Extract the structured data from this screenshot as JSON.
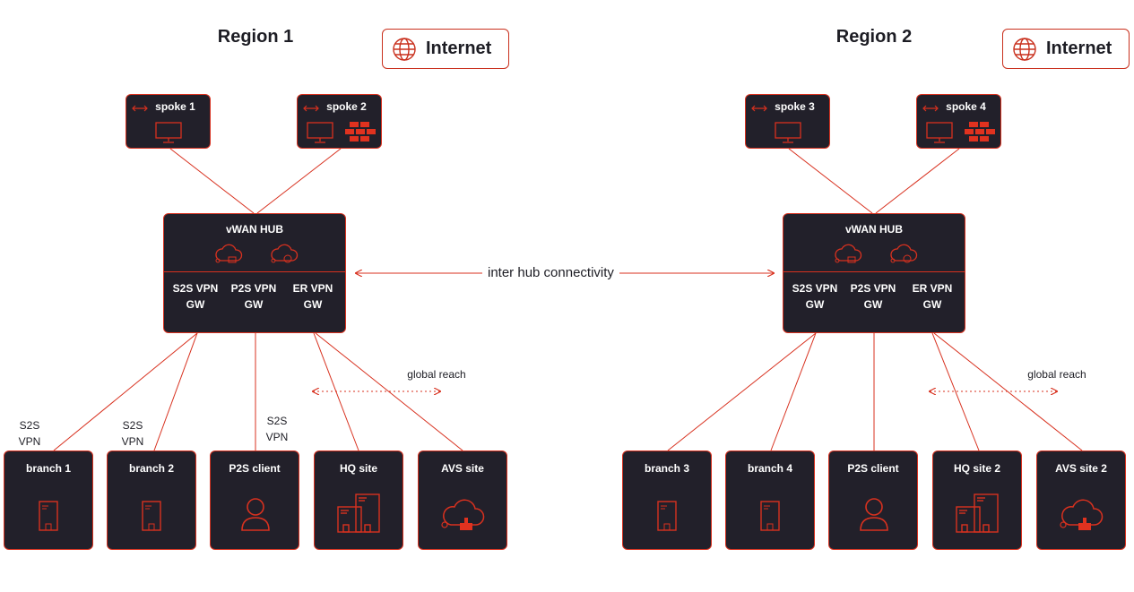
{
  "regions": [
    {
      "title": "Region 1",
      "internet_label": "Internet",
      "spokes": [
        {
          "label": "spoke 1"
        },
        {
          "label": "spoke 2"
        }
      ],
      "hub": {
        "title": "vWAN HUB",
        "gateways": [
          "S2S VPN GW",
          "P2S VPN GW",
          "ER VPN GW"
        ],
        "gw_lines": [
          [
            "S2S VPN",
            "GW"
          ],
          [
            "P2S VPN",
            "GW"
          ],
          [
            "ER VPN",
            "GW"
          ]
        ]
      },
      "sites": [
        {
          "label": "branch 1"
        },
        {
          "label": "branch 2"
        },
        {
          "label": "P2S client"
        },
        {
          "label": "HQ site"
        },
        {
          "label": "AVS site"
        }
      ],
      "link_labels": [
        [
          "S2S",
          "VPN"
        ],
        [
          "S2S",
          "VPN"
        ],
        [
          "S2S",
          "VPN"
        ]
      ],
      "global_reach": "global reach"
    },
    {
      "title": "Region 2",
      "internet_label": "Internet",
      "spokes": [
        {
          "label": "spoke 3"
        },
        {
          "label": "spoke 4"
        }
      ],
      "hub": {
        "title": "vWAN HUB",
        "gw_lines": [
          [
            "S2S VPN",
            "GW"
          ],
          [
            "P2S VPN",
            "GW"
          ],
          [
            "ER VPN",
            "GW"
          ]
        ]
      },
      "sites": [
        {
          "label": "branch 3"
        },
        {
          "label": "branch 4"
        },
        {
          "label": "P2S client"
        },
        {
          "label": "HQ site 2"
        },
        {
          "label": "AVS site 2"
        }
      ],
      "global_reach": "global reach"
    }
  ],
  "inter_hub_label": "inter hub connectivity",
  "colors": {
    "accent": "#d8311f",
    "box_bg": "#22202a",
    "text": "#1d1d24"
  },
  "icons": [
    "globe-icon",
    "peering-arrow-icon",
    "monitor-icon",
    "firewall-icon",
    "cloud-icon",
    "server-icon",
    "user-icon",
    "buildings-icon",
    "cloud-site-icon"
  ]
}
